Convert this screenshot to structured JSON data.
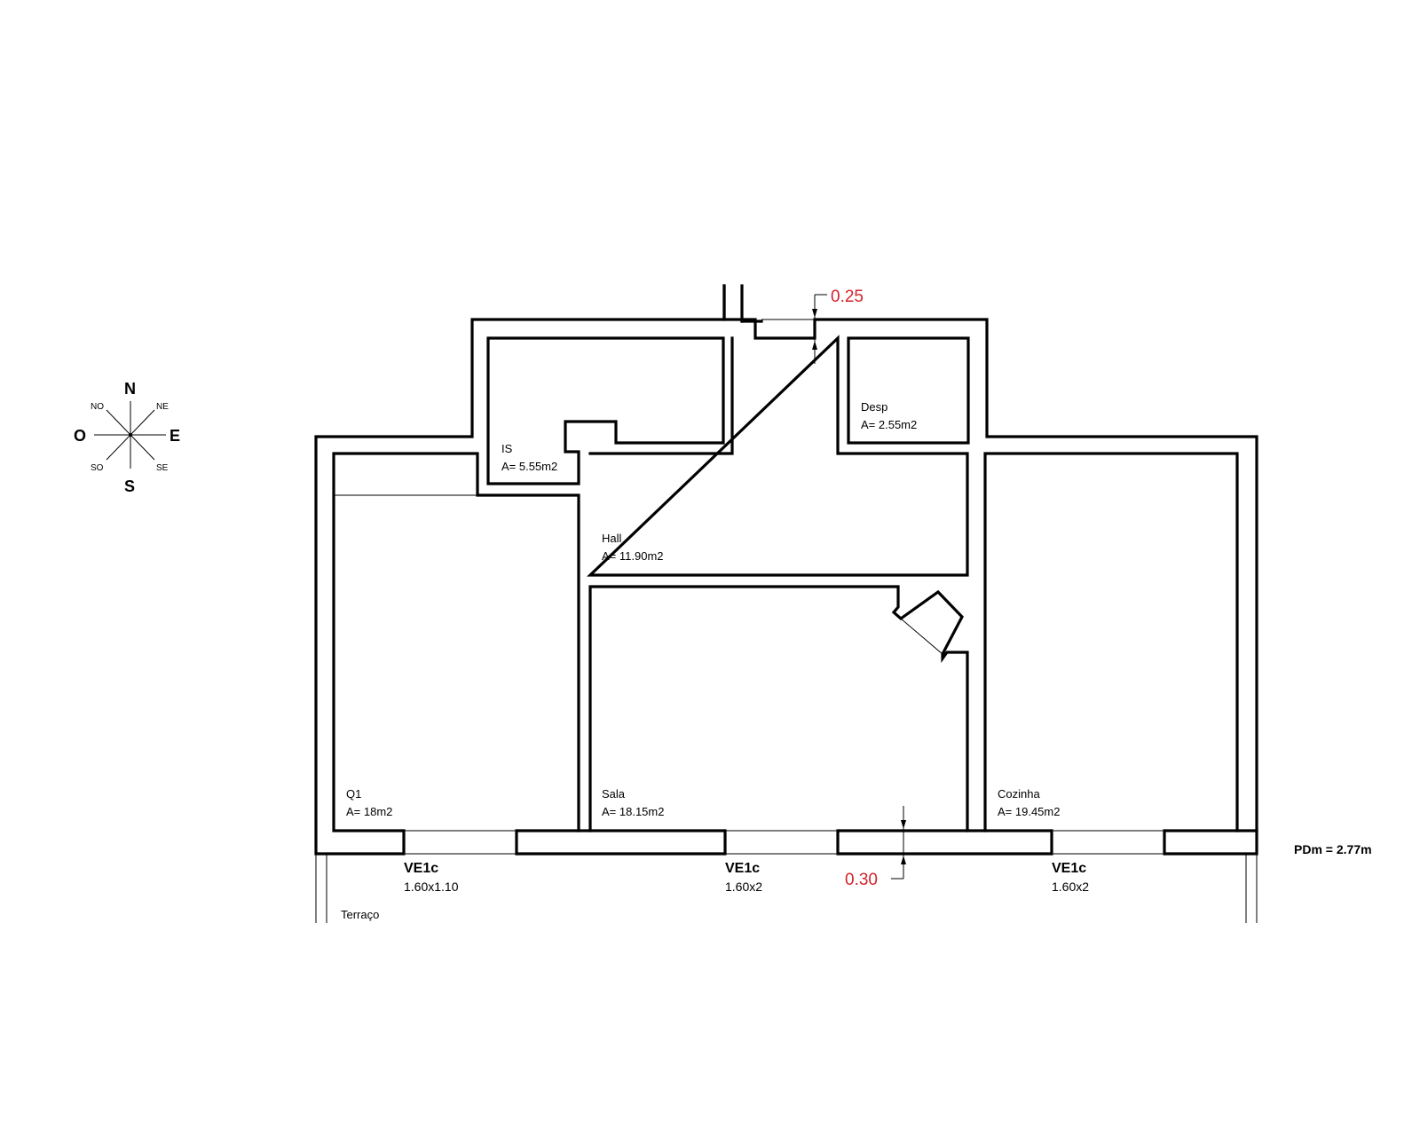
{
  "compass": {
    "north": "N",
    "south": "S",
    "east": "E",
    "west": "O",
    "northeast": "NE",
    "northwest": "NO",
    "southeast": "SE",
    "southwest": "SO"
  },
  "rooms": [
    {
      "name": "IS",
      "area": "A= 5.55m2"
    },
    {
      "name": "Desp",
      "area": "A= 2.55m2"
    },
    {
      "name": "Hall",
      "area": "A= 11.90m2"
    },
    {
      "name": "Q1",
      "area": "A= 18m2"
    },
    {
      "name": "Sala",
      "area": "A= 18.15m2"
    },
    {
      "name": "Cozinha",
      "area": "A= 19.45m2"
    }
  ],
  "windows": [
    {
      "code": "VE1c",
      "size": "1.60x1.10"
    },
    {
      "code": "VE1c",
      "size": "1.60x2"
    },
    {
      "code": "VE1c",
      "size": "1.60x2"
    }
  ],
  "dimensions": {
    "top_wall": "0.25",
    "bottom_wall": "0.30"
  },
  "terrace_label": "Terraço",
  "ceiling_height": "PDm = 2.77m",
  "colors": {
    "walls": "#000000",
    "dimension_text": "#d2232a",
    "background": "#ffffff"
  }
}
